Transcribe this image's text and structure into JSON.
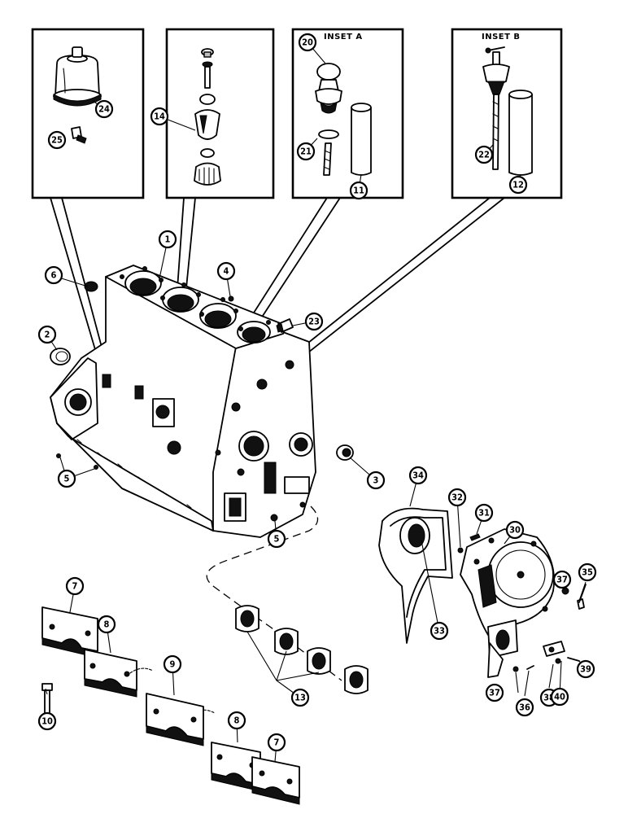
{
  "insets": {
    "a_title": "INSET A",
    "b_title": "INSET B"
  },
  "callouts": {
    "c1": "1",
    "c2": "2",
    "c3": "3",
    "c4": "4",
    "c5a": "5",
    "c5b": "5",
    "c6": "6",
    "c7a": "7",
    "c7b": "7",
    "c8a": "8",
    "c8b": "8",
    "c9": "9",
    "c10": "10",
    "c11": "11",
    "c12": "12",
    "c13": "13",
    "c14": "14",
    "c20": "20",
    "c21": "21",
    "c22": "22",
    "c23": "23",
    "c24": "24",
    "c25": "25",
    "c30": "30",
    "c31": "31",
    "c32": "32",
    "c33": "33",
    "c34": "34",
    "c35": "35",
    "c36": "36",
    "c37a": "37",
    "c37b": "37",
    "c38": "38",
    "c39": "39",
    "c40": "40"
  }
}
